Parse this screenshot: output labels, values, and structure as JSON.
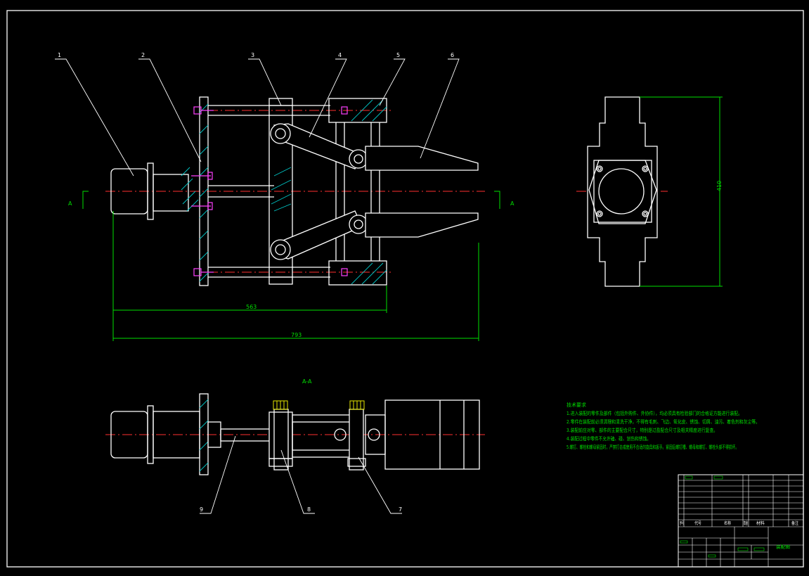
{
  "drawing": {
    "part_numbers": [
      "1",
      "2",
      "3",
      "4",
      "5",
      "6",
      "7",
      "8",
      "9"
    ],
    "dimensions": {
      "front_inner": "563",
      "front_overall": "793",
      "side_height": "410"
    },
    "section_marks": {
      "left": "A",
      "right": "A",
      "section_title": "A-A"
    },
    "notes": {
      "title": "技术要求",
      "lines": [
        "1.进入装配的零件及部件（包括外购件、外协件），均必须具有检验部门的合格证方能进行装配。",
        "2.零件在装配前必须清理和清洗干净，不得有毛刺、飞边、氧化皮、锈蚀、切屑、油污、着色剂和灰尘等。",
        "3.装配前应对零、部件的主要配合尺寸，特别是过盈配合尺寸及相关精度进行复查。",
        "4.装配过程中零件不允许磕、碰、划伤和锈蚀。",
        "5.螺钉、螺栓和螺母紧固时，严禁打击或使用不合适的旋具和扳手。紧固后螺钉槽、螺母和螺钉、螺栓头部不得损坏。"
      ]
    },
    "title_block": {
      "header_labels": [
        "序号",
        "代号",
        "名称",
        "数量",
        "材料",
        "备注"
      ],
      "drawing_title": "装配图"
    }
  },
  "colors": {
    "background": "#000000",
    "outline": "#ffffff",
    "centerline": "#ff3030",
    "dimension": "#00e000",
    "hatch": "#00c8c8",
    "fastener": "#ff40ff"
  }
}
